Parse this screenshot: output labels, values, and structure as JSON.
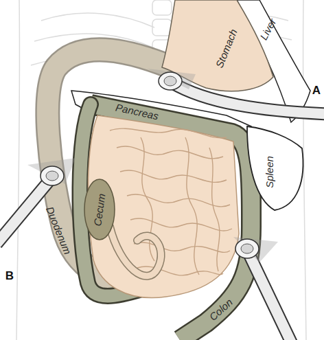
{
  "diagram": {
    "labels": [
      "Liver",
      "Stomach",
      "A",
      "Pancreas",
      "Spleen",
      "Cecum",
      "B",
      "Duodenum",
      "Colon"
    ]
  }
}
